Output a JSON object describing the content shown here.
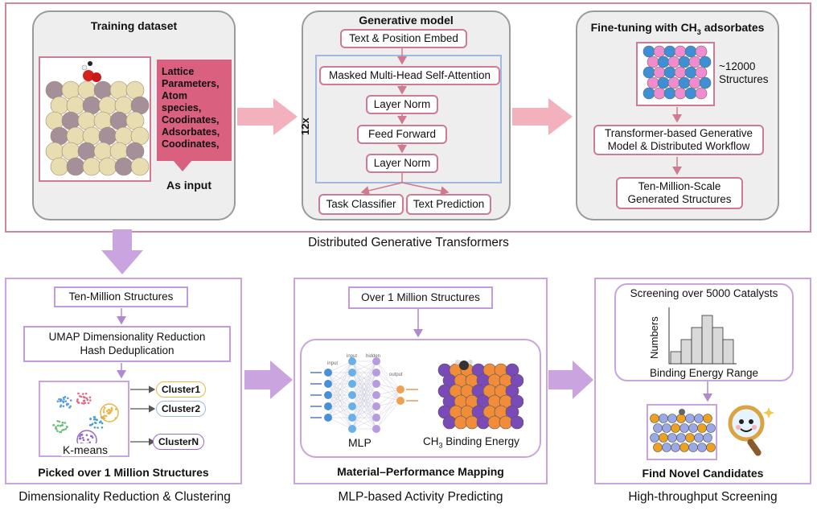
{
  "top": {
    "section_label": "Distributed Generative Transformers",
    "training": {
      "title": "Training dataset",
      "input_text": "Lattice Parameters, Atom species, Coodinates, Adsorbates, Coodinates,",
      "as_input": "As input"
    },
    "generative": {
      "title": "Generative model",
      "embed": "Text & Position Embed",
      "attention": "Masked Multi-Head Self-Attention",
      "norm1": "Layer Norm",
      "ffn": "Feed Forward",
      "norm2": "Layer Norm",
      "repeat": "12x",
      "task_classifier": "Task Classifier",
      "text_prediction": "Text Prediction"
    },
    "finetune": {
      "title_prefix": "Fine-tuning with CH",
      "title_sub": "3",
      "title_suffix": " adsorbates",
      "count": "~12000",
      "count_label": "Structures",
      "workflow": "Transformer-based Generative Model & Distributed Workflow",
      "generated": "Ten-Million-Scale Generated Structures"
    }
  },
  "bottom": {
    "left": {
      "section_label": "Dimensionality Reduction & Clustering",
      "ten_million": "Ten-Million Structures",
      "umap_line1": "UMAP Dimensionality Reduction",
      "umap_line2": "Hash Deduplication",
      "kmeans": "K-means",
      "cluster1": "Cluster1",
      "cluster2": "Cluster2",
      "clusterN": "ClusterN",
      "picked": "Picked over 1 Million Structures"
    },
    "middle": {
      "section_label": "MLP-based Activity Predicting",
      "over_million": "Over 1 Million Structures",
      "nn_input": "input",
      "nn_input2": "input",
      "nn_hidden": "hidden",
      "nn_output": "output",
      "mlp": "MLP",
      "binding_prefix": "CH",
      "binding_sub": "3",
      "binding_suffix": " Binding Energy",
      "mapping": "Material–Performance Mapping"
    },
    "right": {
      "section_label": "High-throughput Screening",
      "screening": "Screening over 5000 Catalysts",
      "ylabel": "Numbers",
      "xlabel": "Binding Energy Range",
      "histogram": [
        1,
        2,
        3,
        4,
        3,
        2
      ],
      "find": "Find Novel Candidates"
    }
  },
  "colors": {
    "pink_frame": "#d5879a",
    "pink_box": "#d07a91",
    "purple_frame": "#c9a4df",
    "arrow_pink": "#f0a9b8",
    "arrow_purple": "#c9a4df"
  }
}
